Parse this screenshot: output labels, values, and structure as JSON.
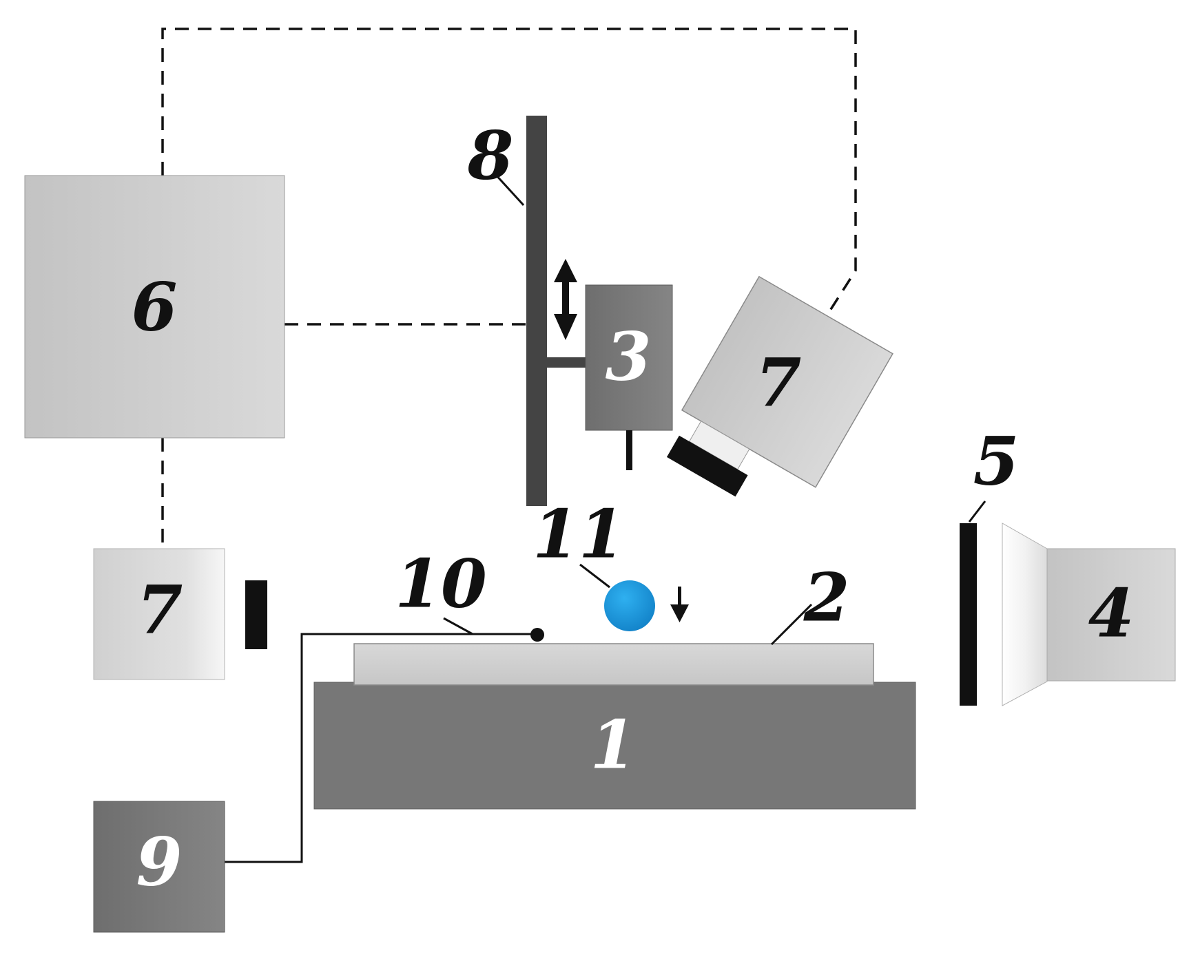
{
  "labels": {
    "base": "1",
    "plate": "2",
    "dropper": "3",
    "light_source": "4",
    "diffuser": "5",
    "controller": "6",
    "camera_side": "7",
    "camera_angled": "7",
    "stand": "8",
    "meter": "9",
    "probe": "10",
    "drop": "11"
  },
  "colors": {
    "box_light": "#c8c8c8",
    "box_dark": "#7a7a7a",
    "stand": "#444444",
    "drop": "#1a9be0",
    "line": "#111111"
  }
}
